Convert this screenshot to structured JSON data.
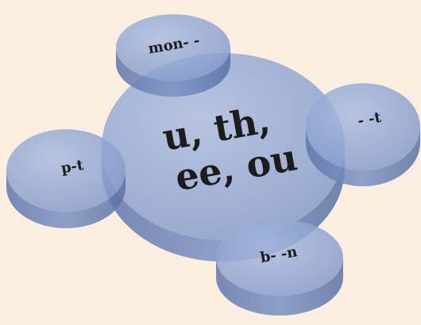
{
  "background_color": "#fbeee0",
  "disc_top_color": "#8ea3cf",
  "disc_side_color": "#6f86b8",
  "center": {
    "line1": "u, th,",
    "line2": "ee, ou"
  },
  "satellites": {
    "top": "mon- -",
    "right": "- -t",
    "left": "p-t",
    "bottom": "b- -n"
  }
}
